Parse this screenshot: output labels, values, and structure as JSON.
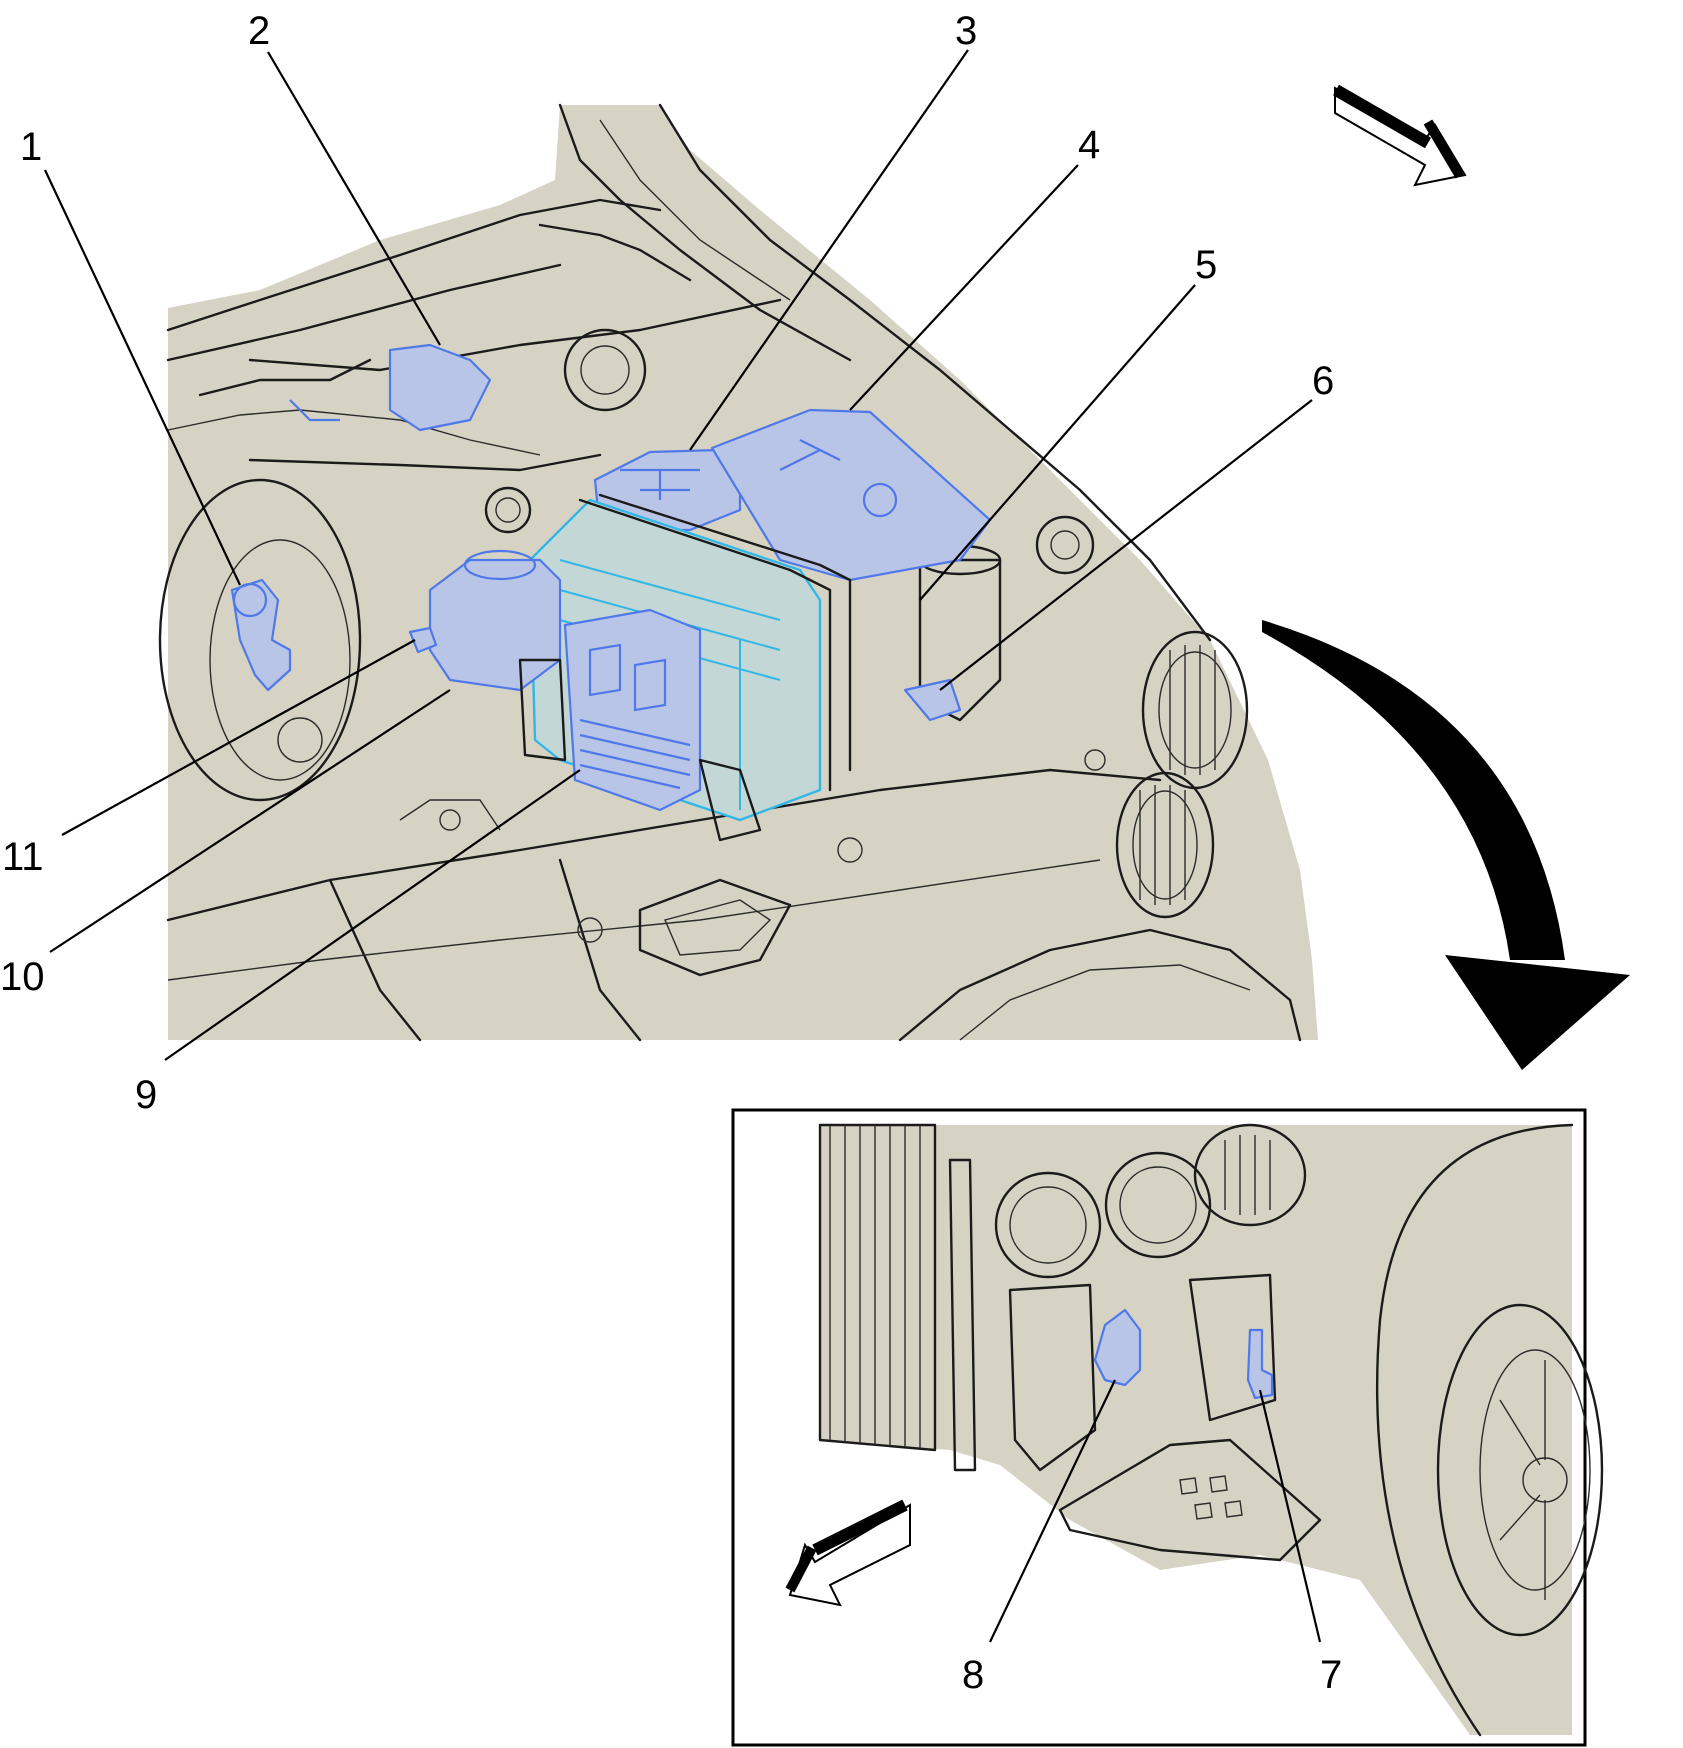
{
  "callouts": [
    {
      "id": "1",
      "label": "1"
    },
    {
      "id": "2",
      "label": "2"
    },
    {
      "id": "3",
      "label": "3"
    },
    {
      "id": "4",
      "label": "4"
    },
    {
      "id": "5",
      "label": "5"
    },
    {
      "id": "6",
      "label": "6"
    },
    {
      "id": "7",
      "label": "7"
    },
    {
      "id": "8",
      "label": "8"
    },
    {
      "id": "9",
      "label": "9"
    },
    {
      "id": "10",
      "label": "10"
    },
    {
      "id": "11",
      "label": "11"
    }
  ],
  "icons": {
    "front_arrow_main": "forward-direction-arrow-icon",
    "front_arrow_inset": "forward-direction-arrow-icon",
    "detail_arrow": "curved-detail-arrow-icon"
  },
  "colors": {
    "body": "#d6d3c4",
    "highlight_blue": "#4f79ea",
    "highlight_cyan": "#31b7e6",
    "outline": "#1b1b1b"
  }
}
